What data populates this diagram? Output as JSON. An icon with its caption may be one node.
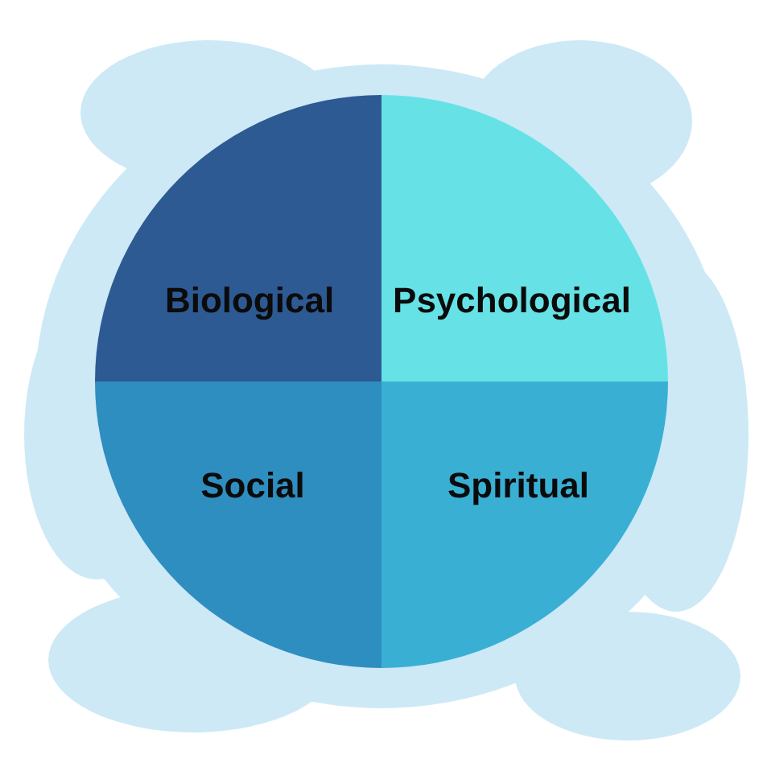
{
  "diagram": {
    "nodes": [
      {
        "text": [
          "Biological"
        ]
      },
      {
        "text": [
          "Psychological"
        ]
      },
      {
        "text": [
          "Social"
        ]
      },
      {
        "text": [
          "Spiritual"
        ]
      }
    ]
  }
}
